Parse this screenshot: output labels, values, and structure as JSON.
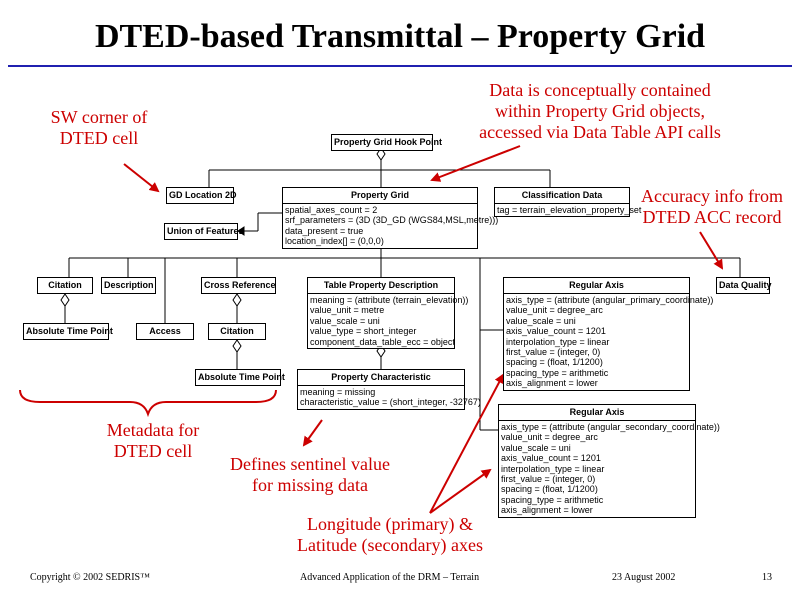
{
  "title": "DTED-based Transmittal – Property Grid",
  "annotations": {
    "sw_corner": [
      "SW corner of",
      "DTED cell"
    ],
    "data_contained": [
      "Data is conceptually contained",
      "within Property Grid objects,",
      "accessed via Data Table API calls"
    ],
    "accuracy": [
      "Accuracy info from",
      "DTED ACC record"
    ],
    "metadata": [
      "Metadata for",
      "DTED cell"
    ],
    "sentinel": [
      "Defines sentinel value",
      "for missing data"
    ],
    "axes": [
      "Longitude (primary) &",
      "Latitude (secondary) axes"
    ]
  },
  "classes": {
    "hook_point": "Property Grid Hook Point",
    "gd_location": "GD Location 2D",
    "union_features": "Union of Features",
    "classification": {
      "name": "Classification Data",
      "attrs": [
        "tag = terrain_elevation_property_set"
      ]
    },
    "property_grid": {
      "name": "Property Grid",
      "attrs": [
        "spatial_axes_count = 2",
        "srf_parameters = (3D (3D_GD (WGS84,MSL,metre)))",
        "data_present = true",
        "location_index[] = (0,0,0)"
      ]
    },
    "citation": "Citation",
    "description": "Description",
    "cross_reference": "Cross Reference",
    "absolute_time_point": "Absolute Time Point",
    "access": "Access",
    "citation2": "Citation",
    "absolute_time_point2": "Absolute Time Point",
    "table_property_description": {
      "name": "Table Property Description",
      "attrs": [
        "meaning = (attribute (terrain_elevation))",
        "value_unit = metre",
        "value_scale = uni",
        "value_type = short_integer",
        "component_data_table_ecc = object"
      ]
    },
    "property_characteristic": {
      "name": "Property Characteristic",
      "attrs": [
        "meaning = missing",
        "characteristic_value = (short_integer, -32767)"
      ]
    },
    "regular_axis_1": {
      "name": "Regular Axis",
      "attrs": [
        "axis_type = (attribute (angular_primary_coordinate))",
        "value_unit = degree_arc",
        "value_scale = uni",
        "axis_value_count = 1201",
        "interpolation_type = linear",
        "first_value = (integer, 0)",
        "spacing = (float, 1/1200)",
        "spacing_type = arithmetic",
        "axis_alignment = lower"
      ]
    },
    "regular_axis_2": {
      "name": "Regular Axis",
      "attrs": [
        "axis_type = (attribute (angular_secondary_coordinate))",
        "value_unit = degree_arc",
        "value_scale = uni",
        "axis_value_count = 1201",
        "interpolation_type = linear",
        "first_value = (integer, 0)",
        "spacing = (float, 1/1200)",
        "spacing_type = arithmetic",
        "axis_alignment = lower"
      ]
    },
    "data_quality": "Data Quality"
  },
  "footer": {
    "copyright": "Copyright © 2002 SEDRIS™",
    "center": "Advanced Application of the DRM – Terrain",
    "date": "23 August 2002",
    "page": "13"
  },
  "colors": {
    "accent": "#cc0000",
    "rule": "#2020b0"
  }
}
